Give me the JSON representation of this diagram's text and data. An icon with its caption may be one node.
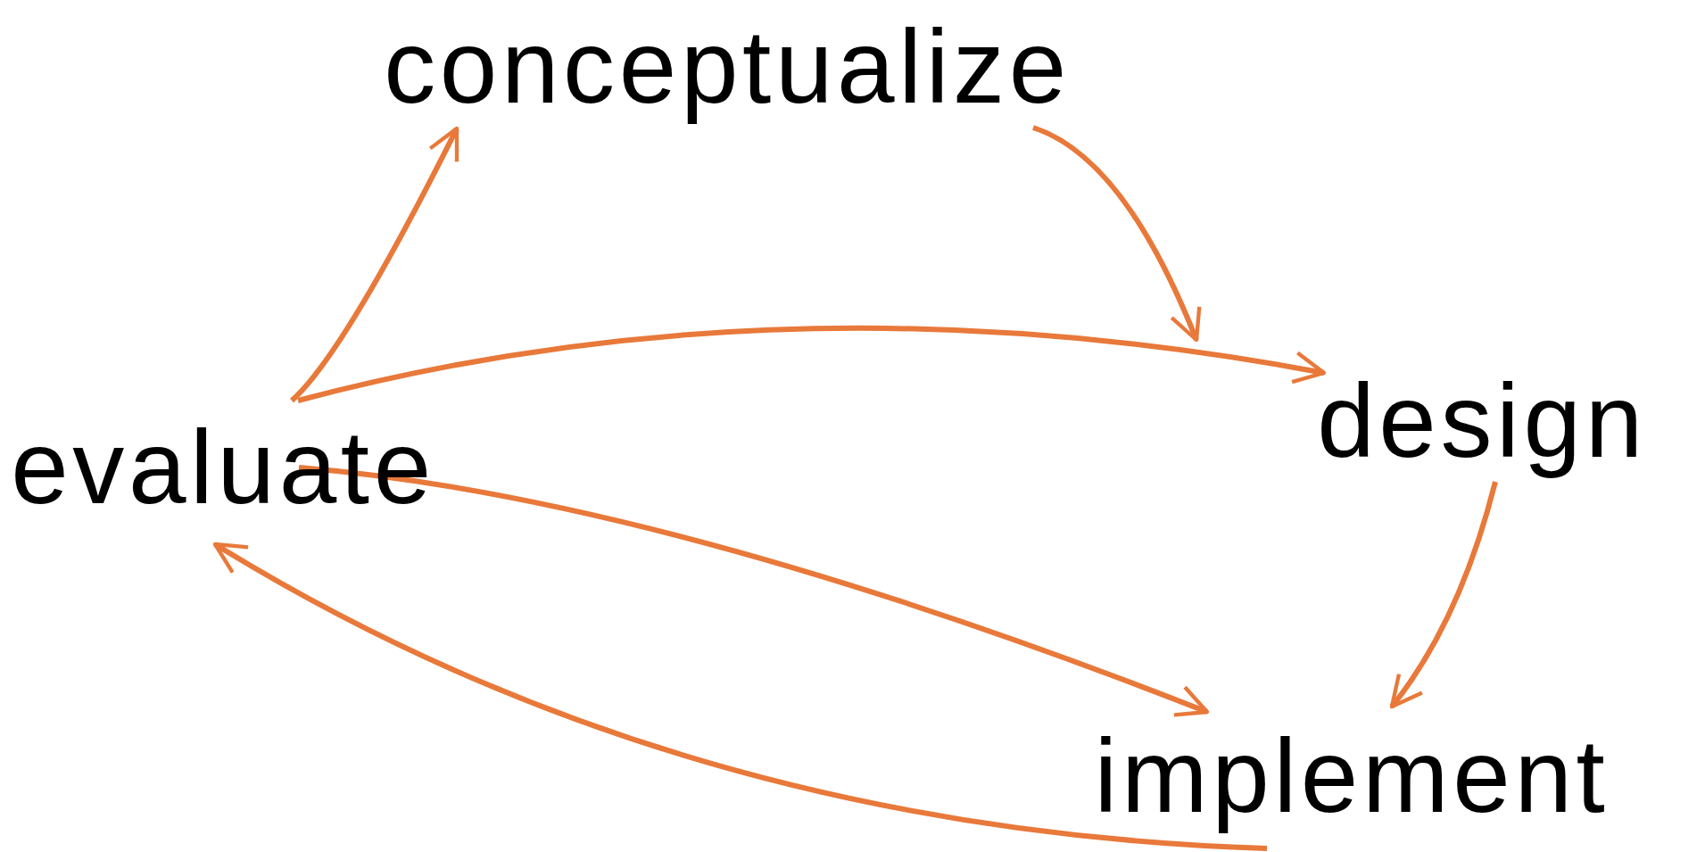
{
  "diagram": {
    "nodes": [
      {
        "text": [
          "conceptualize"
        ]
      },
      {
        "text": [
          "design"
        ]
      },
      {
        "text": [
          "implement"
        ]
      },
      {
        "text": [
          "evaluate"
        ]
      }
    ],
    "edges": [
      {
        "from": 3,
        "to": 0,
        "arrow": "to"
      },
      {
        "from": 0,
        "to": 1,
        "arrow": "to"
      },
      {
        "from": 3,
        "to": 1,
        "arrow": "to"
      },
      {
        "from": 3,
        "to": 2,
        "arrow": "to"
      },
      {
        "from": 1,
        "to": 2,
        "arrow": "to"
      },
      {
        "from": 2,
        "to": 3,
        "arrow": "to"
      }
    ]
  }
}
